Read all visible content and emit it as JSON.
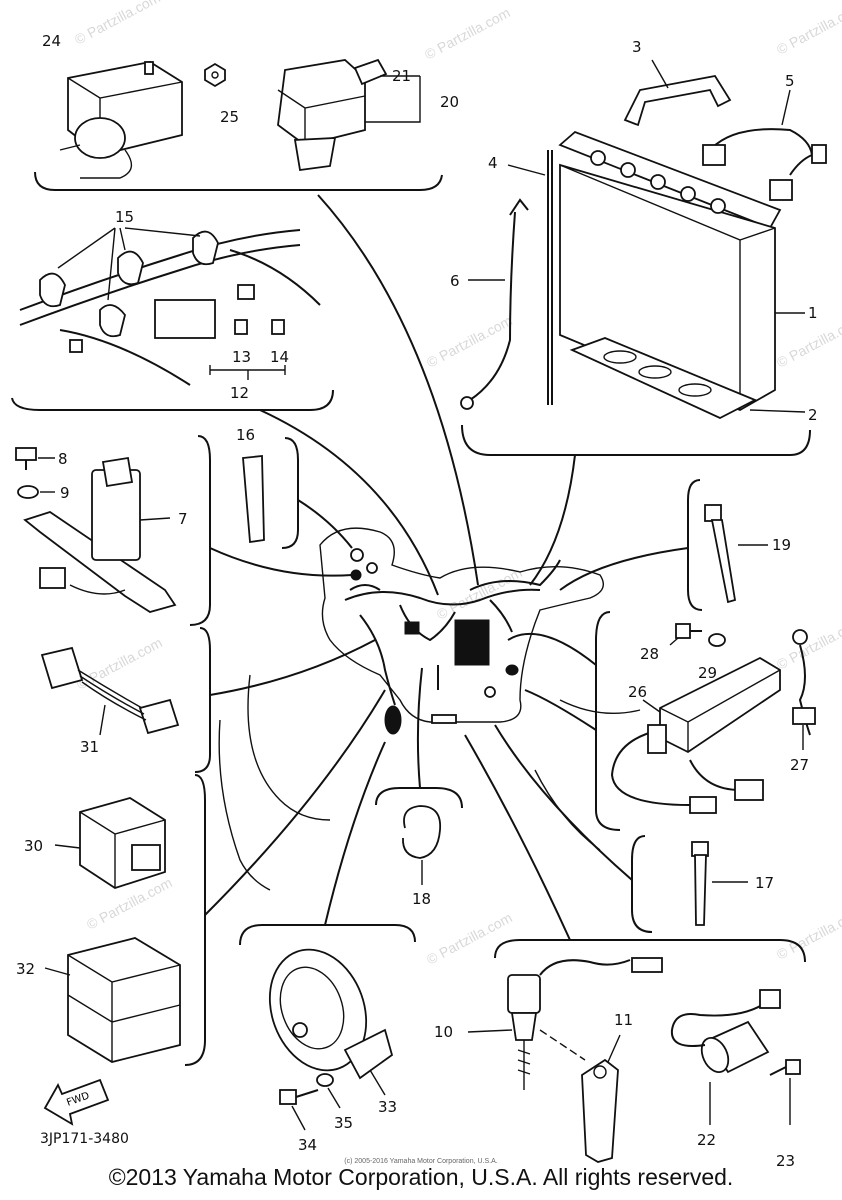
{
  "watermark": "© Partzilla.com",
  "diagram_code": "3JP171-3480",
  "fwd_label": "FWD",
  "small_copyright": "(c) 2005-2016 Yamaha Motor Corporation, U.S.A.",
  "copyright": "©2013 Yamaha Motor Corporation, U.S.A. All rights reserved.",
  "callouts": {
    "n1": "1",
    "n2": "2",
    "n3": "3",
    "n4": "4",
    "n5": "5",
    "n6": "6",
    "n7": "7",
    "n8": "8",
    "n9": "9",
    "n10": "10",
    "n11": "11",
    "n12": "12",
    "n13": "13",
    "n14": "14",
    "n15": "15",
    "n16": "16",
    "n17": "17",
    "n18": "18",
    "n19": "19",
    "n20": "20",
    "n21": "21",
    "n22": "22",
    "n23": "23",
    "n24": "24",
    "n25": "25",
    "n26": "26",
    "n27": "27",
    "n28": "28",
    "n29": "29",
    "n30": "30",
    "n31": "31",
    "n32": "32",
    "n33": "33",
    "n34": "34",
    "n35": "35"
  }
}
